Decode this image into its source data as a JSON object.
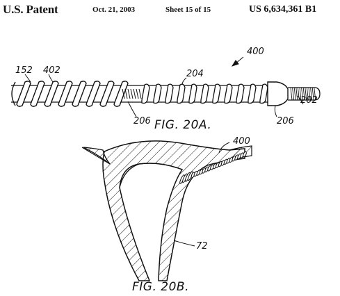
{
  "header": {
    "title": "U.S. Patent",
    "date": "Oct. 21, 2003",
    "sheet": "Sheet 15 of 15",
    "patent_number": "US 6,634,361 B1"
  },
  "figures": {
    "fig_a": {
      "caption": "FIG. 20A.",
      "labels": {
        "device": "400",
        "outer_coil": "152",
        "outer_coil_sleeve": "402",
        "middle_coil": "204",
        "tip_coil": "202",
        "junction_left": "206",
        "junction_right": "206"
      }
    },
    "fig_b": {
      "caption": "FIG. 20B.",
      "labels": {
        "device": "400",
        "uterus": "72"
      }
    }
  },
  "colors": {
    "ink": "#111111",
    "paper": "#ffffff"
  }
}
